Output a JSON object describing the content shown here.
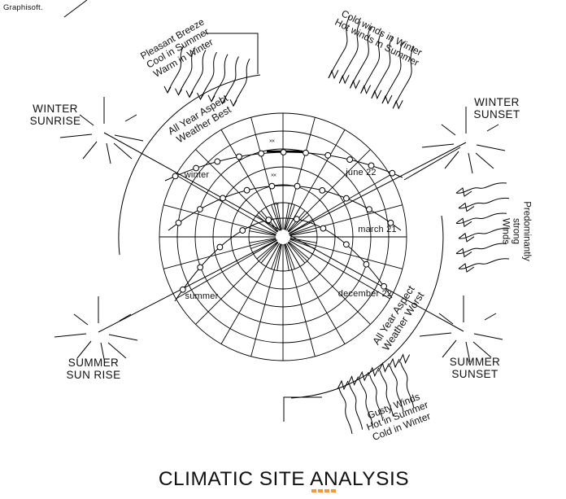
{
  "brand": {
    "name": "Graphisoft."
  },
  "title": {
    "text": "CLIMATIC SITE ANALYSIS"
  },
  "colors": {
    "ink": "#000000",
    "text": "#111111",
    "accent_orange": "#f09a3c",
    "background": "#ffffff"
  },
  "sun_labels": {
    "winter_sunrise": [
      "WINTER",
      "SUNRISE"
    ],
    "winter_sunset": [
      "WINTER",
      "SUNSET"
    ],
    "summer_sunrise": [
      "SUMMER",
      "SUN RISE"
    ],
    "summer_sunset": [
      "SUMMER",
      "SUNSET"
    ]
  },
  "wind_annotations": {
    "breeze": [
      "Pleasant Breeze",
      "Cool  in Summer",
      "Warm in Winter"
    ],
    "cold_hot": [
      "Cold winds in Winter",
      "Hot winds in Summer"
    ],
    "predominant": [
      "Predominantly",
      "strong",
      "Winds"
    ],
    "gusty": [
      "Gusty Winds",
      "Hot in Summer",
      "Cold in Winter"
    ]
  },
  "aspect_annotations": {
    "best": [
      "All Year Aspect",
      "Weather Best"
    ],
    "worst": [
      "All Year Aspect",
      "Weather Worst"
    ]
  },
  "diagram": {
    "type": "stereographic sun-path climatic site analysis",
    "season_labels": {
      "winter": "winter",
      "summer": "summer"
    },
    "date_labels": {
      "june": "june 22",
      "march": "march 21",
      "december": "december 22"
    },
    "noon_mark": "××",
    "rings": 6,
    "radial_step_deg": 15,
    "sun_path_count": 3,
    "hour_markers_per_path": [
      11,
      10,
      10
    ]
  }
}
